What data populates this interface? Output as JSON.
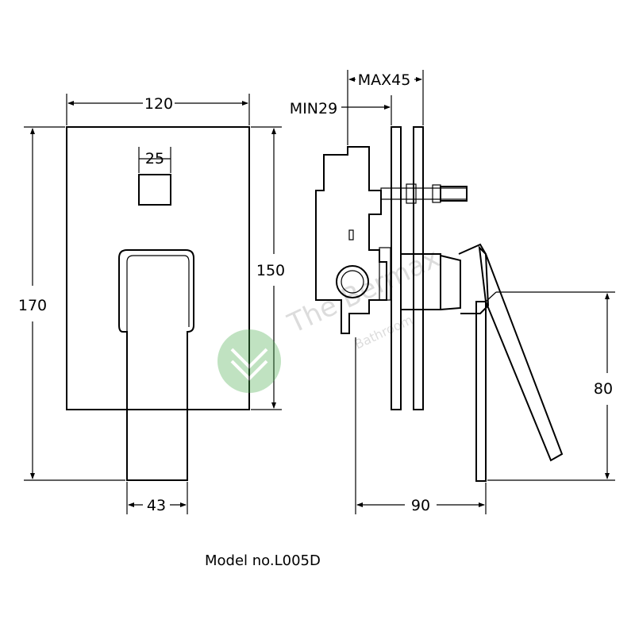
{
  "dimensions": {
    "width_top": "120",
    "button_size": "25",
    "height_total": "170",
    "height_plate": "150",
    "handle_width": "43",
    "min_depth": "MIN29",
    "max_depth": "MAX45",
    "side_depth": "90",
    "lever_height": "80"
  },
  "model_label": "Model no.L005D",
  "watermark": {
    "line1": "The Bermax",
    "line2": "Bathroom",
    "logo": "chevron-logo-icon",
    "color": "#4caf50"
  }
}
